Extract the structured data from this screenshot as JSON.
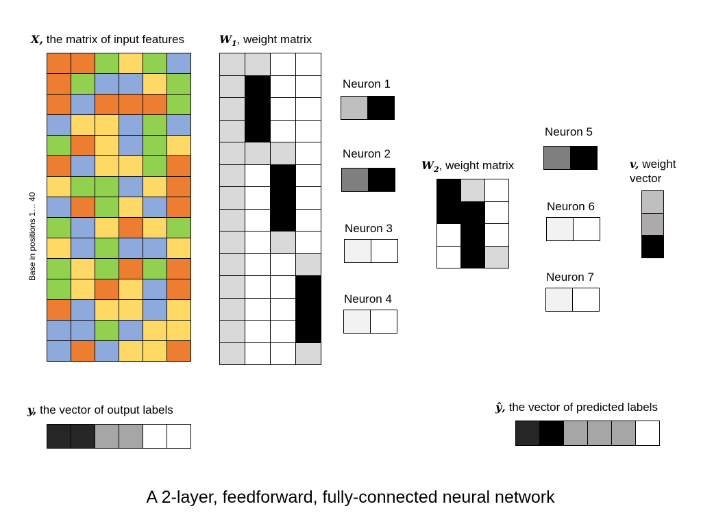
{
  "caption": "A 2-layer, feedforward, fully-connected neural network",
  "x_matrix": {
    "label_var": "X,",
    "label_text": "the matrix of input features",
    "axis_label": "Base in positions 1… 40",
    "colors": {
      "O": "#ED7D31",
      "G": "#92D050",
      "Y": "#FFD966",
      "B": "#8EA9DB"
    },
    "rows": [
      [
        "O",
        "O",
        "G",
        "Y",
        "G",
        "B"
      ],
      [
        "O",
        "G",
        "B",
        "B",
        "Y",
        "G"
      ],
      [
        "O",
        "B",
        "O",
        "O",
        "O",
        "G"
      ],
      [
        "B",
        "Y",
        "Y",
        "B",
        "G",
        "B"
      ],
      [
        "G",
        "O",
        "Y",
        "B",
        "G",
        "Y"
      ],
      [
        "O",
        "B",
        "Y",
        "Y",
        "G",
        "O"
      ],
      [
        "Y",
        "G",
        "G",
        "B",
        "Y",
        "O"
      ],
      [
        "B",
        "O",
        "G",
        "Y",
        "B",
        "O"
      ],
      [
        "G",
        "B",
        "Y",
        "O",
        "Y",
        "G"
      ],
      [
        "Y",
        "B",
        "G",
        "B",
        "B",
        "Y"
      ],
      [
        "G",
        "Y",
        "G",
        "O",
        "G",
        "O"
      ],
      [
        "G",
        "Y",
        "O",
        "Y",
        "B",
        "O"
      ],
      [
        "O",
        "B",
        "Y",
        "Y",
        "B",
        "Y"
      ],
      [
        "B",
        "B",
        "G",
        "B",
        "Y",
        "Y"
      ],
      [
        "B",
        "O",
        "B",
        "Y",
        "Y",
        "O"
      ]
    ]
  },
  "w1_matrix": {
    "label_var": "W",
    "label_sub": "1",
    "label_text": ", weight matrix",
    "colors": {
      "L": "#D9D9D9",
      "K": "#000000",
      "W": "#FFFFFF"
    },
    "rows": [
      [
        "L",
        "L",
        "W",
        "W"
      ],
      [
        "L",
        "K",
        "W",
        "W"
      ],
      [
        "L",
        "K",
        "W",
        "W"
      ],
      [
        "L",
        "K",
        "W",
        "W"
      ],
      [
        "L",
        "L",
        "L",
        "W"
      ],
      [
        "L",
        "W",
        "K",
        "W"
      ],
      [
        "L",
        "W",
        "K",
        "W"
      ],
      [
        "L",
        "W",
        "K",
        "W"
      ],
      [
        "L",
        "W",
        "L",
        "W"
      ],
      [
        "L",
        "W",
        "W",
        "L"
      ],
      [
        "L",
        "W",
        "W",
        "K"
      ],
      [
        "L",
        "W",
        "W",
        "K"
      ],
      [
        "L",
        "W",
        "W",
        "K"
      ],
      [
        "L",
        "W",
        "W",
        "L"
      ]
    ]
  },
  "neurons_layer1": [
    {
      "label": "Neuron 1",
      "cells": [
        "#BFBFBF",
        "#000000"
      ]
    },
    {
      "label": "Neuron 2",
      "cells": [
        "#7F7F7F",
        "#000000"
      ]
    },
    {
      "label": "Neuron 3",
      "cells": [
        "#F2F2F2",
        "#FFFFFF"
      ]
    },
    {
      "label": "Neuron 4",
      "cells": [
        "#F2F2F2",
        "#FFFFFF"
      ]
    }
  ],
  "w2_matrix": {
    "label_var": "W",
    "label_sub": "2",
    "label_text": ", weight matrix",
    "colors": {
      "L": "#D9D9D9",
      "K": "#000000",
      "W": "#FFFFFF"
    },
    "rows": [
      [
        "K",
        "L",
        "W"
      ],
      [
        "K",
        "K",
        "W"
      ],
      [
        "W",
        "K",
        "W"
      ],
      [
        "W",
        "K",
        "L"
      ]
    ]
  },
  "neurons_layer2": [
    {
      "label": "Neuron 5",
      "cells": [
        "#7F7F7F",
        "#000000"
      ]
    },
    {
      "label": "Neuron 6",
      "cells": [
        "#F2F2F2",
        "#FFFFFF"
      ]
    },
    {
      "label": "Neuron 7",
      "cells": [
        "#F2F2F2",
        "#FFFFFF"
      ]
    }
  ],
  "v_vector": {
    "label_var": "v,",
    "label_text1": "weight",
    "label_text2": "vector",
    "cells": [
      "#BFBFBF",
      "#AEAAAA",
      "#000000"
    ]
  },
  "y_vector": {
    "label_var": "y,",
    "label_text": "the vector of output labels",
    "cells": [
      "#262626",
      "#262626",
      "#A6A6A6",
      "#A6A6A6",
      "#FFFFFF",
      "#FFFFFF"
    ]
  },
  "yhat_vector": {
    "label_var": "ŷ,",
    "label_text": "the vector of predicted labels",
    "cells": [
      "#262626",
      "#000000",
      "#A6A6A6",
      "#A6A6A6",
      "#A6A6A6",
      "#FFFFFF"
    ]
  }
}
